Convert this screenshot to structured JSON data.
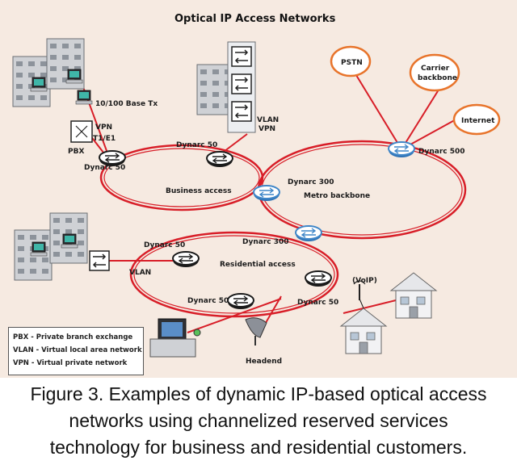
{
  "title": "Optical IP Access Networks",
  "labels": {
    "ethernet": "10/100 Base Tx",
    "vpn_business": "VPN",
    "pbx": "PBX",
    "t1e1": "T1/E1",
    "dynarc50_business_left": "Dynarc 50",
    "dynarc50_business_top": "Dynarc 50",
    "business_access": "Business access",
    "vlan_top": "VLAN",
    "vpn_top": "VPN",
    "pstn": "PSTN",
    "carrier_backbone_1": "Carrier",
    "carrier_backbone_2": "backbone",
    "internet": "Internet",
    "dynarc500": "Dynarc 500",
    "dynarc300_top": "Dynarc 300",
    "metro_backbone": "Metro backbone",
    "dynarc300_bottom": "Dynarc 300",
    "dynarc50_res_left": "Dynarc 50",
    "residential_access": "Residential access",
    "vlan_left": "VLAN",
    "dynarc50_res_bottom": "Dynarc 50",
    "dynarc50_res_right": "Dynarc 50",
    "voip": "(VoIP)",
    "headend": "Headend"
  },
  "legend": [
    "PBX - Private branch exchange",
    "VLAN - Virtual local area network",
    "VPN - Virtual private network"
  ],
  "caption": [
    "Figure 3. Examples of dynamic IP-based optical access",
    "networks using channelized reserved services",
    "technology for business and residential customers."
  ],
  "colors": {
    "panel": "#f6eae1",
    "ring": "#d81e28",
    "router": "#1a1a1a",
    "router_backbone": "#3f86c8",
    "cloud": "#e8742b",
    "building": "#cfd1d5"
  }
}
